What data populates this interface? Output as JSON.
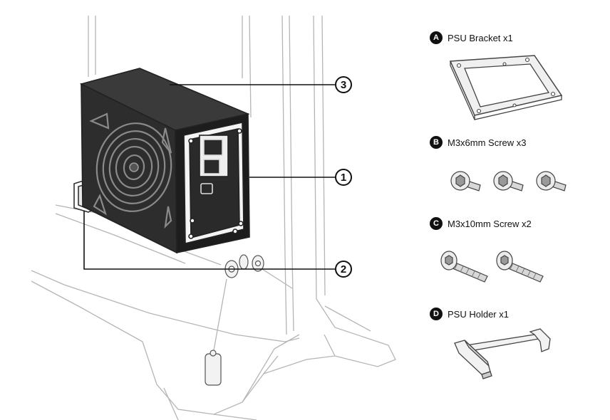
{
  "callouts": [
    "1",
    "2",
    "3"
  ],
  "parts": [
    {
      "letter": "A",
      "label": "PSU Bracket x1",
      "icon": "bracket-icon"
    },
    {
      "letter": "B",
      "label": "M3x6mm Screw x3",
      "icon": "short-screw-icon"
    },
    {
      "letter": "C",
      "label": "M3x10mm Screw x2",
      "icon": "long-screw-icon"
    },
    {
      "letter": "D",
      "label": "PSU Holder x1",
      "icon": "holder-icon"
    }
  ]
}
